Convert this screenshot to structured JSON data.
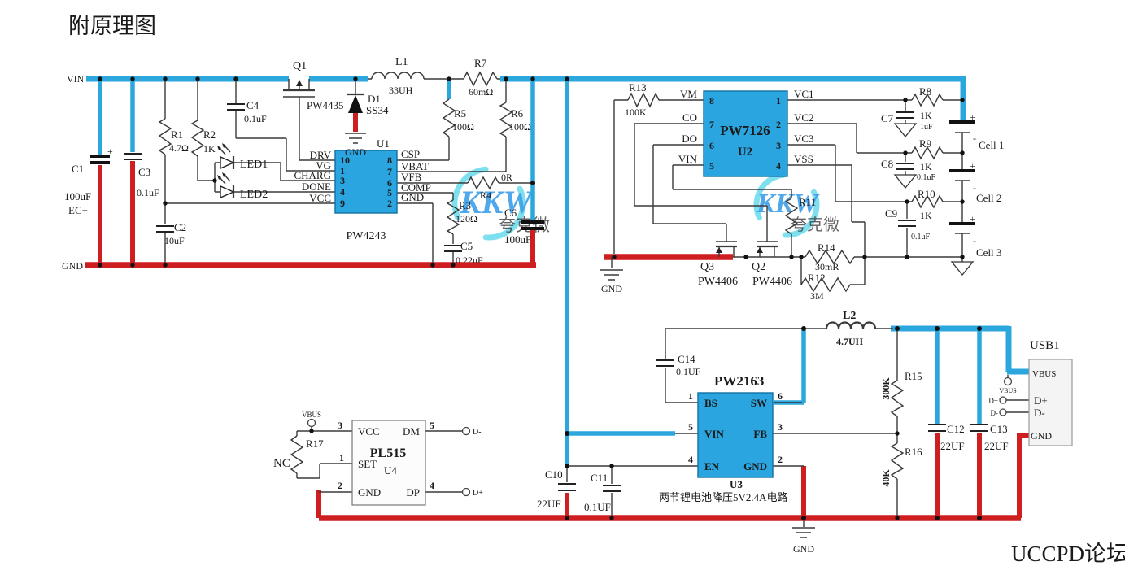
{
  "t": {
    "title": "附原理图",
    "footer": "UCCPD论坛"
  },
  "net": {
    "vin": "VIN",
    "gnd": "GND"
  },
  "sym": {
    "plus": "+",
    "minus": "-"
  },
  "caption": "两节锂电池降压5V2.4A电路",
  "wm": {
    "brand": "KKW",
    "cn": "夸克微"
  },
  "colors": {
    "wire_blue": "#2BA7DE",
    "wire_red": "#CF1E1F",
    "ic_blue": "#2BA5E0",
    "usb_gray": "#F4F4F4",
    "watermark_blue": "#3E9EE8",
    "watermark_cyan": "#53D6E8",
    "footer_yellow": "#F5EA5A"
  },
  "parts": {
    "c1": {
      "r": "C1",
      "v": "100uF",
      "e": "EC+"
    },
    "c2": {
      "r": "C2",
      "v": "10uF"
    },
    "c3": {
      "r": "C3",
      "v": "0.1uF"
    },
    "c4": {
      "r": "C4",
      "v": "0.1uF"
    },
    "c5": {
      "r": "C5",
      "v": "0.22uF"
    },
    "c6": {
      "r": "C6",
      "v": "100uF"
    },
    "c7": {
      "r": "C7",
      "v": "1uF"
    },
    "c8": {
      "r": "C8",
      "v": "0.1uF"
    },
    "c9": {
      "r": "C9",
      "v": "0.1uF"
    },
    "c10": {
      "r": "C10",
      "v": "22UF"
    },
    "c11": {
      "r": "C11",
      "v": "0.1UF"
    },
    "c12": {
      "r": "C12",
      "v": "22UF"
    },
    "c13": {
      "r": "C13",
      "v": "22UF"
    },
    "c14": {
      "r": "C14",
      "v": "0.1UF"
    },
    "r1": {
      "r": "R1",
      "v": "4.7Ω"
    },
    "r2": {
      "r": "R2",
      "v": "1K"
    },
    "r3": {
      "r": "R3",
      "v": "120Ω"
    },
    "r4": {
      "r": "R4",
      "v": "0R"
    },
    "r5": {
      "r": "R5",
      "v": "100Ω"
    },
    "r6": {
      "r": "R6",
      "v": "100Ω"
    },
    "r7": {
      "r": "R7",
      "v": "60mΩ"
    },
    "r8": {
      "r": "R8",
      "v": "1K"
    },
    "r9": {
      "r": "R9",
      "v": "1K"
    },
    "r10": {
      "r": "R10",
      "v": "1K"
    },
    "r11": {
      "r": "R11"
    },
    "r12": {
      "r": "R12",
      "v": "3M"
    },
    "r13": {
      "r": "R13",
      "v": "100K"
    },
    "r14": {
      "r": "R14",
      "v": "30mR"
    },
    "r15": {
      "r": "R15",
      "v": "300K"
    },
    "r16": {
      "r": "R16",
      "v": "40K"
    },
    "r17": {
      "r": "R17"
    },
    "l1": {
      "r": "L1",
      "v": "33UH"
    },
    "l2": {
      "r": "L2",
      "v": "4.7UH"
    },
    "d1": {
      "r": "D1",
      "v": "SS34"
    },
    "led1": {
      "r": "LED1"
    },
    "led2": {
      "r": "LED2"
    },
    "q1": {
      "r": "Q1",
      "v": "PW4435"
    },
    "q2": {
      "r": "Q2",
      "v": "PW4406"
    },
    "q3": {
      "r": "Q3",
      "v": "PW4406"
    }
  },
  "cells": {
    "c1": "Cell 1",
    "c2": "Cell 2",
    "c3": "Cell 3"
  },
  "u1": {
    "ref": "U1",
    "part": "PW4243",
    "lp": [
      {
        "n": "10",
        "t": "DRV"
      },
      {
        "n": "1",
        "t": "VG"
      },
      {
        "n": "3",
        "t": "CHARG"
      },
      {
        "n": "4",
        "t": "DONE"
      },
      {
        "n": "9",
        "t": "VCC"
      }
    ],
    "rp": [
      {
        "n": "8",
        "t": "CSP"
      },
      {
        "n": "7",
        "t": "VBAT"
      },
      {
        "n": "6",
        "t": "VFB"
      },
      {
        "n": "5",
        "t": "COMP"
      },
      {
        "n": "2",
        "t": "GND"
      }
    ]
  },
  "u2": {
    "ref": "U2",
    "part": "PW7126",
    "lp": [
      {
        "n": "8",
        "t": "VM"
      },
      {
        "n": "7",
        "t": "CO"
      },
      {
        "n": "6",
        "t": "DO"
      },
      {
        "n": "5",
        "t": "VIN"
      }
    ],
    "rp": [
      {
        "n": "1",
        "t": "VC1"
      },
      {
        "n": "2",
        "t": "VC2"
      },
      {
        "n": "3",
        "t": "VC3"
      },
      {
        "n": "4",
        "t": "VSS"
      }
    ]
  },
  "u3": {
    "ref": "U3",
    "part": "PW2163",
    "lp": [
      {
        "n": "1",
        "t": "BS"
      },
      {
        "n": "5",
        "t": "VIN"
      },
      {
        "n": "4",
        "t": "EN"
      }
    ],
    "rp": [
      {
        "n": "6",
        "t": "SW"
      },
      {
        "n": "3",
        "t": "FB"
      },
      {
        "n": "2",
        "t": "GND"
      }
    ]
  },
  "u4": {
    "ref": "U4",
    "part": "PL515",
    "lp": [
      {
        "n": "3",
        "t": "VCC"
      },
      {
        "n": "1",
        "t": "SET"
      },
      {
        "n": "2",
        "t": "GND"
      }
    ],
    "rp": [
      {
        "n": "5",
        "t": "DM"
      },
      {
        "n": "4",
        "t": "DP"
      }
    ]
  },
  "pl": {
    "nc": "NC",
    "vbus": "VBUS",
    "dm_t": "D-",
    "dp_t": "D+"
  },
  "usb": {
    "title": "USB1",
    "vbus": "VBUS",
    "dp": "D+",
    "dm": "D-",
    "gnd": "GND",
    "t_vbus": "VBUS",
    "t_dp": "D+",
    "t_dm": "D-"
  }
}
